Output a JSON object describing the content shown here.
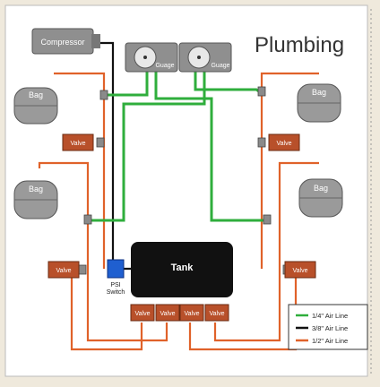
{
  "title": "Plumbing",
  "components": {
    "compressor": "Compressor",
    "gauge": "Guage",
    "bag": "Bag",
    "valve": "Valve",
    "tank": "Tank",
    "psi_switch_line1": "PSI",
    "psi_switch_line2": "Switch"
  },
  "legend": [
    {
      "label": "1/4\" Air Line",
      "color": "#2fae3c"
    },
    {
      "label": "3/8\" Air Line",
      "color": "#111111"
    },
    {
      "label": "1/2\" Air Line",
      "color": "#e0622a"
    }
  ],
  "colors": {
    "line_quarter": "#2fae3c",
    "line_three_eighths": "#111111",
    "line_half": "#e0622a",
    "valve_fill": "#b8502a",
    "tank_fill": "#111111",
    "psi_switch_fill": "#1f5fd0",
    "component_gray": "#8f8f8f"
  }
}
